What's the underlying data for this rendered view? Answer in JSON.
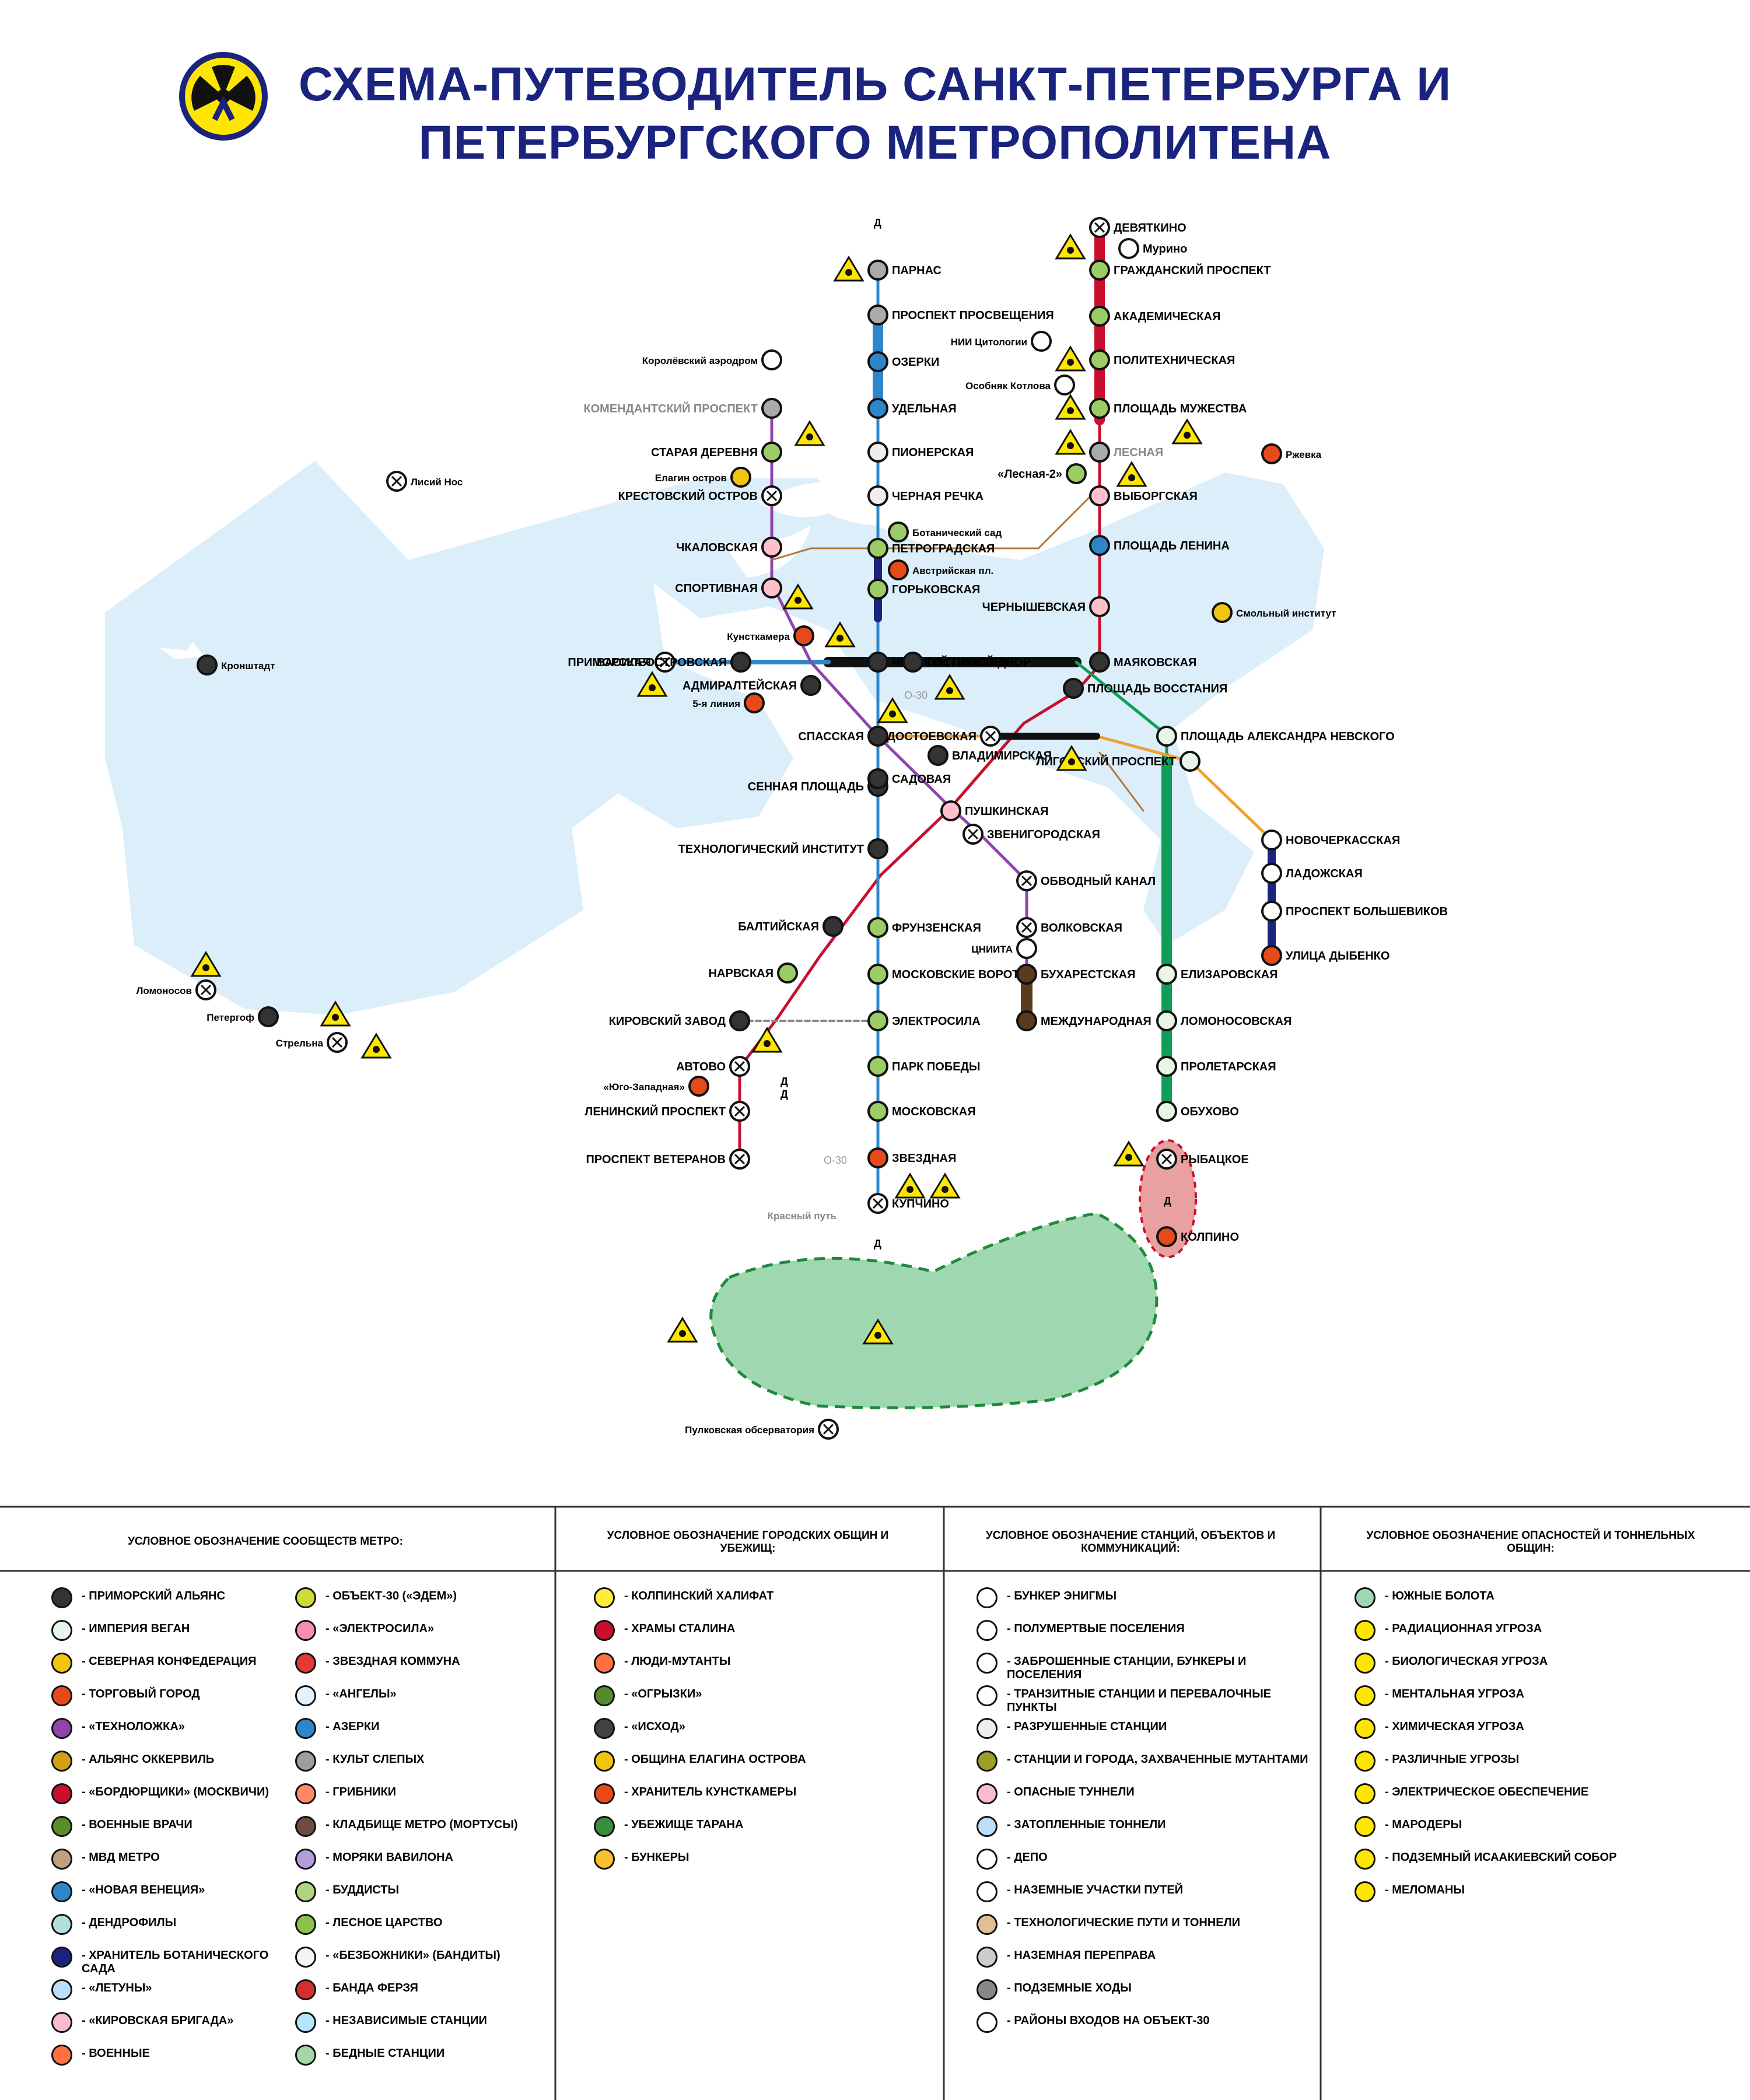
{
  "title": {
    "line1": "СХЕМА-ПУТЕВОДИТЕЛЬ САНКТ-ПЕТЕРБУРГА И",
    "line2": "ПЕТЕРБУРГСКОГО МЕТРОПОЛИТЕНА"
  },
  "colors": {
    "water": "#dbeefa",
    "line_red": "#c8102e",
    "line_blue": "#2e86c8",
    "line_green": "#0f9d58",
    "line_orange": "#f0a030",
    "line_purple": "#8e44ad",
    "line_brown": "#5b3a1d",
    "title": "#1a237e",
    "swamp": "#9fd8b0",
    "danger_zone": "#e8a0a0",
    "hazard_yellow": "#ffe600"
  },
  "stations": [
    {
      "id": "devyatkino",
      "name": "ДЕВЯТКИНО"
    },
    {
      "id": "murino",
      "name": "Мурино"
    },
    {
      "id": "grazhdansky",
      "name": "ГРАЖДАНСКИЙ ПРОСПЕКТ"
    },
    {
      "id": "akademicheskaya",
      "name": "АКАДЕМИЧЕСКАЯ"
    },
    {
      "id": "politekh",
      "name": "ПОЛИТЕХНИЧЕСКАЯ"
    },
    {
      "id": "muzhestva",
      "name": "ПЛОЩАДЬ МУЖЕСТВА"
    },
    {
      "id": "lesnaya",
      "name": "ЛЕСНАЯ"
    },
    {
      "id": "lesnaya2",
      "name": "«Лесная-2»"
    },
    {
      "id": "vyborgskaya",
      "name": "ВЫБОРГСКАЯ"
    },
    {
      "id": "lenina",
      "name": "ПЛОЩАДЬ ЛЕНИНА"
    },
    {
      "id": "chernyshevskaya",
      "name": "ЧЕРНЫШЕВСКАЯ"
    },
    {
      "id": "mayakovskaya",
      "name": "МАЯКОВСКАЯ"
    },
    {
      "id": "vosstaniya",
      "name": "ПЛОЩАДЬ ВОССТАНИЯ"
    },
    {
      "id": "vladimirskaya",
      "name": "ВЛАДИМИРСКАЯ"
    },
    {
      "id": "pushkinskaya",
      "name": "ПУШКИНСКАЯ"
    },
    {
      "id": "tekhnolog",
      "name": "ТЕХНОЛОГИЧЕСКИЙ ИНСТИТУТ"
    },
    {
      "id": "baltiyskaya",
      "name": "БАЛТИЙСКАЯ"
    },
    {
      "id": "narvskaya",
      "name": "НАРВСКАЯ"
    },
    {
      "id": "kirovsky",
      "name": "КИРОВСКИЙ ЗАВОД"
    },
    {
      "id": "avtovo",
      "name": "АВТОВО"
    },
    {
      "id": "leninsky",
      "name": "ЛЕНИНСКИЙ ПРОСПЕКТ"
    },
    {
      "id": "veteranov",
      "name": "ПРОСПЕКТ ВЕТЕРАНОВ"
    },
    {
      "id": "parnas",
      "name": "ПАРНАС"
    },
    {
      "id": "prosveshcheniya",
      "name": "ПРОСПЕКТ ПРОСВЕЩЕНИЯ"
    },
    {
      "id": "ozerki",
      "name": "ОЗЕРКИ"
    },
    {
      "id": "udelnaya",
      "name": "УДЕЛЬНАЯ"
    },
    {
      "id": "pionerskaya",
      "name": "ПИОНЕРСКАЯ"
    },
    {
      "id": "chernaya",
      "name": "ЧЕРНАЯ РЕЧКА"
    },
    {
      "id": "petrogradskaya",
      "name": "ПЕТРОГРАДСКАЯ"
    },
    {
      "id": "gorkovskaya",
      "name": "ГОРЬКОВСКАЯ"
    },
    {
      "id": "nevsky",
      "name": "НЕВСКИЙ ПРОСПЕКТ"
    },
    {
      "id": "sennaya",
      "name": "СЕННАЯ ПЛОЩАДЬ"
    },
    {
      "id": "frunzenskaya",
      "name": "ФРУНЗЕНСКАЯ"
    },
    {
      "id": "mosvorota",
      "name": "МОСКОВСКИЕ ВОРОТА"
    },
    {
      "id": "elektrosila",
      "name": "ЭЛЕКТРОСИЛА"
    },
    {
      "id": "park_pobedy",
      "name": "ПАРК ПОБЕДЫ"
    },
    {
      "id": "moskovskaya",
      "name": "МОСКОВСКАЯ"
    },
    {
      "id": "zvezdnaya",
      "name": "ЗВЕЗДНАЯ"
    },
    {
      "id": "kupchino",
      "name": "КУПЧИНО"
    },
    {
      "id": "primorskaya",
      "name": "ПРИМОРСКАЯ"
    },
    {
      "id": "vasileostrovskaya",
      "name": "ВАСИЛЕОСТРОВСКАЯ"
    },
    {
      "id": "gostiny",
      "name": "ГОСТИНЫЙ ДВОР"
    },
    {
      "id": "alexandra",
      "name": "ПЛОЩАДЬ АЛЕКСАНДРА НЕВСКОГО"
    },
    {
      "id": "elizarovskaya",
      "name": "ЕЛИЗАРОВСКАЯ"
    },
    {
      "id": "lomonosovskaya",
      "name": "ЛОМОНОСОВСКАЯ"
    },
    {
      "id": "proletarskaya",
      "name": "ПРОЛЕТАРСКАЯ"
    },
    {
      "id": "obukhovo",
      "name": "ОБУХОВО"
    },
    {
      "id": "rybatskoe",
      "name": "РЫБАЦКОЕ"
    },
    {
      "id": "kolpino",
      "name": "КОЛПИНО"
    },
    {
      "id": "spasskaya",
      "name": "СПАССКАЯ"
    },
    {
      "id": "dostoevskaya",
      "name": "ДОСТОЕВСКАЯ"
    },
    {
      "id": "ligovsky",
      "name": "ЛИГОВСКИЙ ПРОСПЕКТ"
    },
    {
      "id": "novocherkasskaya",
      "name": "НОВОЧЕРКАССКАЯ"
    },
    {
      "id": "ladozhskaya",
      "name": "ЛАДОЖСКАЯ"
    },
    {
      "id": "bolshevikov",
      "name": "ПРОСПЕКТ БОЛЬШЕВИКОВ"
    },
    {
      "id": "dybenko",
      "name": "УЛИЦА ДЫБЕНКО"
    },
    {
      "id": "komendantsky",
      "name": "КОМЕНДАНТСКИЙ ПРОСПЕКТ"
    },
    {
      "id": "staraya",
      "name": "СТАРАЯ ДЕРЕВНЯ"
    },
    {
      "id": "krestovsky",
      "name": "КРЕСТОВСКИЙ ОСТРОВ"
    },
    {
      "id": "chkalovskaya",
      "name": "ЧКАЛОВСКАЯ"
    },
    {
      "id": "sportivnaya",
      "name": "СПОРТИВНАЯ"
    },
    {
      "id": "admiralteyskaya",
      "name": "АДМИРАЛТЕЙСКАЯ"
    },
    {
      "id": "sadovaya",
      "name": "САДОВАЯ"
    },
    {
      "id": "zvenigorodskaya",
      "name": "ЗВЕНИГОРОДСКАЯ"
    },
    {
      "id": "obvodny",
      "name": "ОБВОДНЫЙ КАНАЛ"
    },
    {
      "id": "volkovskaya",
      "name": "ВОЛКОВСКАЯ"
    },
    {
      "id": "bukharestskaya",
      "name": "БУХАРЕСТСКАЯ"
    },
    {
      "id": "mezhdunarodnaya",
      "name": "МЕЖДУНАРОДНАЯ"
    }
  ],
  "places": [
    {
      "id": "korolev",
      "name": "Королёвский аэродром"
    },
    {
      "id": "lisiy",
      "name": "Лисий Нос"
    },
    {
      "id": "kronshtadt",
      "name": "Кронштадт"
    },
    {
      "id": "elagin",
      "name": "Елагин остров"
    },
    {
      "id": "nii",
      "name": "НИИ Цитологии"
    },
    {
      "id": "kotlov",
      "name": "Особняк Котлова"
    },
    {
      "id": "rzhevka",
      "name": "Ржевка"
    },
    {
      "id": "botsad",
      "name": "Ботанический сад"
    },
    {
      "id": "avstr",
      "name": "Австрийская пл."
    },
    {
      "id": "kunst",
      "name": "Кунсткамера"
    },
    {
      "id": "smolny",
      "name": "Смольный институт"
    },
    {
      "id": "linia5",
      "name": "5-я линия"
    },
    {
      "id": "tsniita",
      "name": "ЦНИИТА"
    },
    {
      "id": "lomonosov",
      "name": "Ломоносов"
    },
    {
      "id": "petergof",
      "name": "Петергоф"
    },
    {
      "id": "strelna",
      "name": "Стрельна"
    },
    {
      "id": "yugozap",
      "name": "«Юго-Западная»"
    },
    {
      "id": "pulkovo",
      "name": "Пулковская обсерватория"
    },
    {
      "id": "krasny",
      "name": "Красный путь"
    }
  ],
  "map_labels": {
    "depot": "Д",
    "o30": "О-30"
  },
  "legend": {
    "col1": {
      "header": "УСЛОВНОЕ ОБОЗНАЧЕНИЕ СООБЩЕСТВ МЕТРО:",
      "items_left": [
        "- ПРИМОРСКИЙ АЛЬЯНС",
        "- ИМПЕРИЯ ВЕГАН",
        "- СЕВЕРНАЯ КОНФЕДЕРАЦИЯ",
        "- ТОРГОВЫЙ ГОРОД",
        "- «ТЕХНОЛОЖКА»",
        "- АЛЬЯНС ОККЕРВИЛЬ",
        "- «БОРДЮРЩИКИ» (МОСКВИЧИ)",
        "- ВОЕННЫЕ ВРАЧИ",
        "- МВД МЕТРО",
        "- «НОВАЯ ВЕНЕЦИЯ»",
        "- ДЕНДРОФИЛЫ",
        "- ХРАНИТЕЛЬ БОТАНИЧЕСКОГО САДА",
        "- «ЛЕТУНЫ»",
        "- «КИРОВСКАЯ БРИГАДА»",
        "- ВОЕННЫЕ"
      ],
      "items_right": [
        "- ОБЪЕКТ-30 («ЭДЕМ»)",
        "- «ЭЛЕКТРОСИЛА»",
        "- ЗВЕЗДНАЯ КОММУНА",
        "- «АНГЕЛЫ»",
        "- АЗЕРКИ",
        "- КУЛЬТ СЛЕПЫХ",
        "- ГРИБНИКИ",
        "- КЛАДБИЩЕ МЕТРО (МОРТУСЫ)",
        "- МОРЯКИ ВАВИЛОНА",
        "- БУДДИСТЫ",
        "- ЛЕСНОЕ ЦАРСТВО",
        "- «БЕЗБОЖНИКИ» (БАНДИТЫ)",
        "- БАНДА ФЕРЗЯ",
        "- НЕЗАВИСИМЫЕ СТАНЦИИ",
        "- БЕДНЫЕ СТАНЦИИ"
      ]
    },
    "col2": {
      "header": "УСЛОВНОЕ ОБОЗНАЧЕНИЕ ГОРОДСКИХ ОБЩИН И УБЕЖИЩ:",
      "items": [
        "- КОЛПИНСКИЙ ХАЛИФАТ",
        "- ХРАМЫ СТАЛИНА",
        "- ЛЮДИ-МУТАНТЫ",
        "- «ОГРЫЗКИ»",
        "- «ИСХОД»",
        "- ОБЩИНА ЕЛАГИНА ОСТРОВА",
        "- ХРАНИТЕЛЬ КУНСТКАМЕРЫ",
        "- УБЕЖИЩЕ ТАРАНА",
        "- БУНКЕРЫ"
      ]
    },
    "col3": {
      "header": "УСЛОВНОЕ ОБОЗНАЧЕНИЕ СТАНЦИЙ, ОБЪЕКТОВ И КОММУНИКАЦИЙ:",
      "items": [
        "- БУНКЕР ЭНИГМЫ",
        "- ПОЛУМЕРТВЫЕ ПОСЕЛЕНИЯ",
        "- ЗАБРОШЕННЫЕ СТАНЦИИ, БУНКЕРЫ И ПОСЕЛЕНИЯ",
        "- ТРАНЗИТНЫЕ СТАНЦИИ И ПЕРЕВАЛОЧНЫЕ ПУНКТЫ",
        "- РАЗРУШЕННЫЕ СТАНЦИИ",
        "- СТАНЦИИ И ГОРОДА, ЗАХВАЧЕННЫЕ МУТАНТАМИ",
        "- ОПАСНЫЕ ТУННЕЛИ",
        "- ЗАТОПЛЕННЫЕ ТОННЕЛИ",
        "- ДЕПО",
        "- НАЗЕМНЫЕ УЧАСТКИ ПУТЕЙ",
        "- ТЕХНОЛОГИЧЕСКИЕ ПУТИ И ТОННЕЛИ",
        "- НАЗЕМНАЯ ПЕРЕПРАВА",
        "- ПОДЗЕМНЫЕ ХОДЫ",
        "- РАЙОНЫ ВХОДОВ НА ОБЪЕКТ-30"
      ]
    },
    "col4": {
      "header": "УСЛОВНОЕ ОБОЗНАЧЕНИЕ ОПАСНОСТЕЙ И ТОННЕЛЬНЫХ ОБЩИН:",
      "items": [
        "- ЮЖНЫЕ БОЛОТА",
        "- РАДИАЦИОННАЯ УГРОЗА",
        "- БИОЛОГИЧЕСКАЯ УГРОЗА",
        "- МЕНТАЛЬНАЯ УГРОЗА",
        "- ХИМИЧЕСКАЯ УГРОЗА",
        "- РАЗЛИЧНЫЕ УГРОЗЫ",
        "- ЭЛЕКТРИЧЕСКОЕ ОБЕСПЕЧЕНИЕ",
        "- МАРОДЕРЫ",
        "- ПОДЗЕМНЫЙ ИСААКИЕВСКИЙ СОБОР",
        "- МЕЛОМАНЫ"
      ]
    }
  }
}
